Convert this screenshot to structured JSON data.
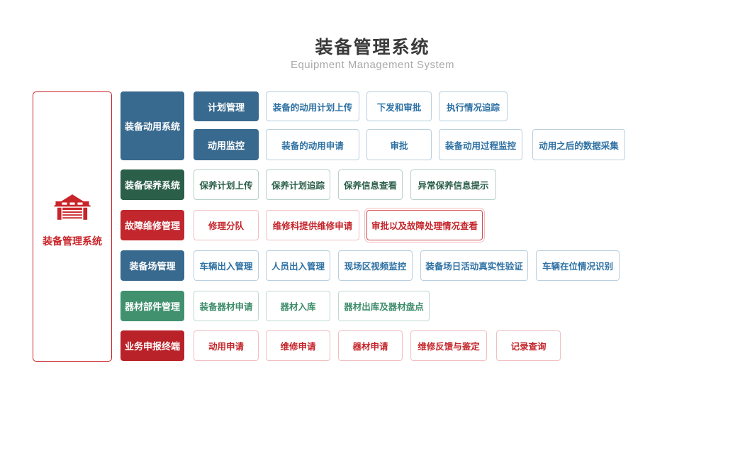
{
  "page": {
    "title": "装备管理系统",
    "subtitle": "Equipment Management System"
  },
  "root": {
    "label": "装备管理系统",
    "icon": "warehouse-icon",
    "color": "#c9242a"
  },
  "groups": [
    {
      "name": "装备动用系统",
      "theme_color": "#38698e",
      "rows": [
        {
          "sub": "计划管理",
          "items": [
            "装备的动用计划上传",
            "下发和审批",
            "执行情况追踪"
          ]
        },
        {
          "sub": "动用监控",
          "items": [
            "装备的动用申请",
            "审批",
            "装备动用过程监控",
            "动用之后的数据采集"
          ]
        }
      ]
    },
    {
      "name": "装备保养系统",
      "theme_color": "#2b5f4a",
      "items": [
        "保养计划上传",
        "保养计划追踪",
        "保养信息查看",
        "异常保养信息提示"
      ]
    },
    {
      "name": "故障维修管理",
      "theme_color": "#c1272d",
      "items": [
        "修理分队",
        "维修科提供维修申请",
        "审批以及故障处理情况查看"
      ]
    },
    {
      "name": "装备场管理",
      "theme_color": "#38698e",
      "items": [
        "车辆出入管理",
        "人员出入管理",
        "现场区视频监控",
        "装备场日活动真实性验证",
        "车辆在位情况识别"
      ]
    },
    {
      "name": "器材部件管理",
      "theme_color": "#41916f",
      "items": [
        "装备器材申请",
        "器材入库",
        "器材出库及器材盘点"
      ]
    },
    {
      "name": "业务申报终端",
      "theme_color": "#b92228",
      "items": [
        "动用申请",
        "维修申请",
        "器材申请",
        "维修反馈与鉴定",
        "记录查询"
      ]
    }
  ],
  "colors": {
    "blue": "#38698e",
    "dark_green": "#2b5f4a",
    "red": "#c1272d",
    "green": "#41916f",
    "accent_red": "#c9242a",
    "item_text_blue": "#2e71a3",
    "title_text": "#3a3a3a",
    "subtitle_text": "#a9a9a9"
  }
}
